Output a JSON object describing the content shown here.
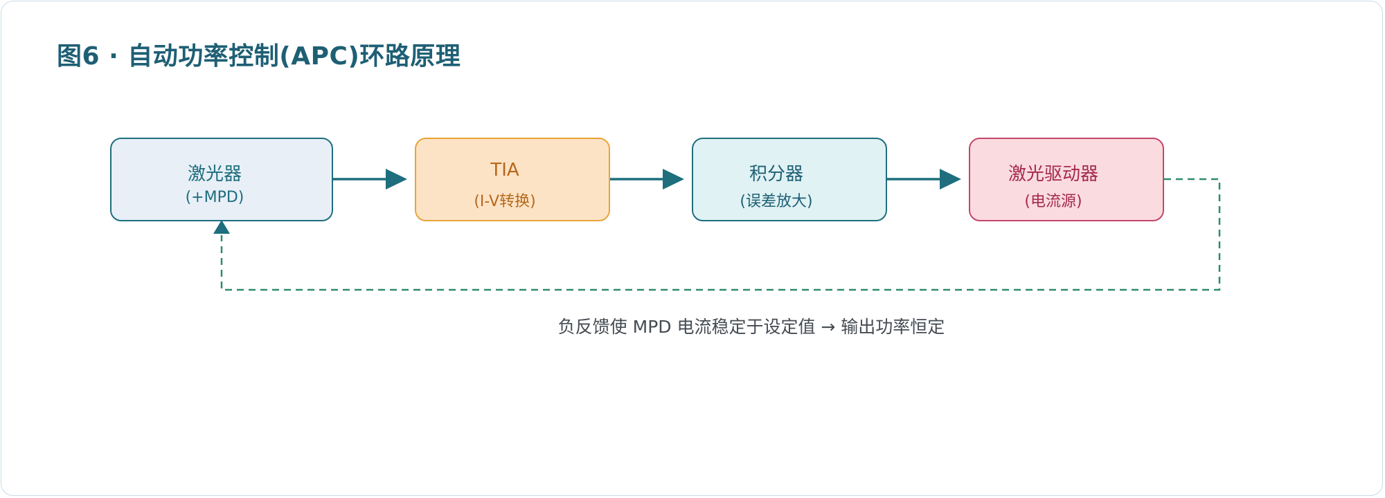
{
  "title": "图6 · 自动功率控制(APC)环路原理",
  "nodes": {
    "laser": {
      "line1": "激光器",
      "line2": "(+MPD)"
    },
    "tia": {
      "line1": "TIA",
      "line2": "(I-V转换)"
    },
    "integrator": {
      "line1": "积分器",
      "line2": "(误差放大)"
    },
    "driver": {
      "line1": "激光驱动器",
      "line2": "(电流源)"
    }
  },
  "caption": "负反馈使 MPD 电流稳定于设定值 → 输出功率恒定",
  "colors": {
    "title": "#1e5f74",
    "arrow": "#1e6e7d",
    "feedback": "#2e8b6e",
    "laser_fill": "#e8eff7",
    "tia_fill": "#fde3c6",
    "integrator_fill": "#e0f2f4",
    "driver_fill": "#fadbe0"
  }
}
